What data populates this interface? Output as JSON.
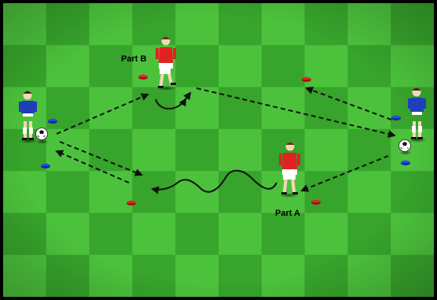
{
  "labels": {
    "part_b": "Part B",
    "part_a": "Part A"
  },
  "colors": {
    "pitch_light": "#4cc23c",
    "pitch_dark": "#37a42b",
    "blue_cone": "#1436d8",
    "red_cone": "#d8141a",
    "red_player": "#e02222",
    "blue_player": "#1f3fb8",
    "arrow": "#111111"
  },
  "elements": [
    "blue-player-left",
    "blue-player-right",
    "red-player-part-b",
    "red-player-part-a",
    "ball-left",
    "ball-right",
    "cones"
  ]
}
